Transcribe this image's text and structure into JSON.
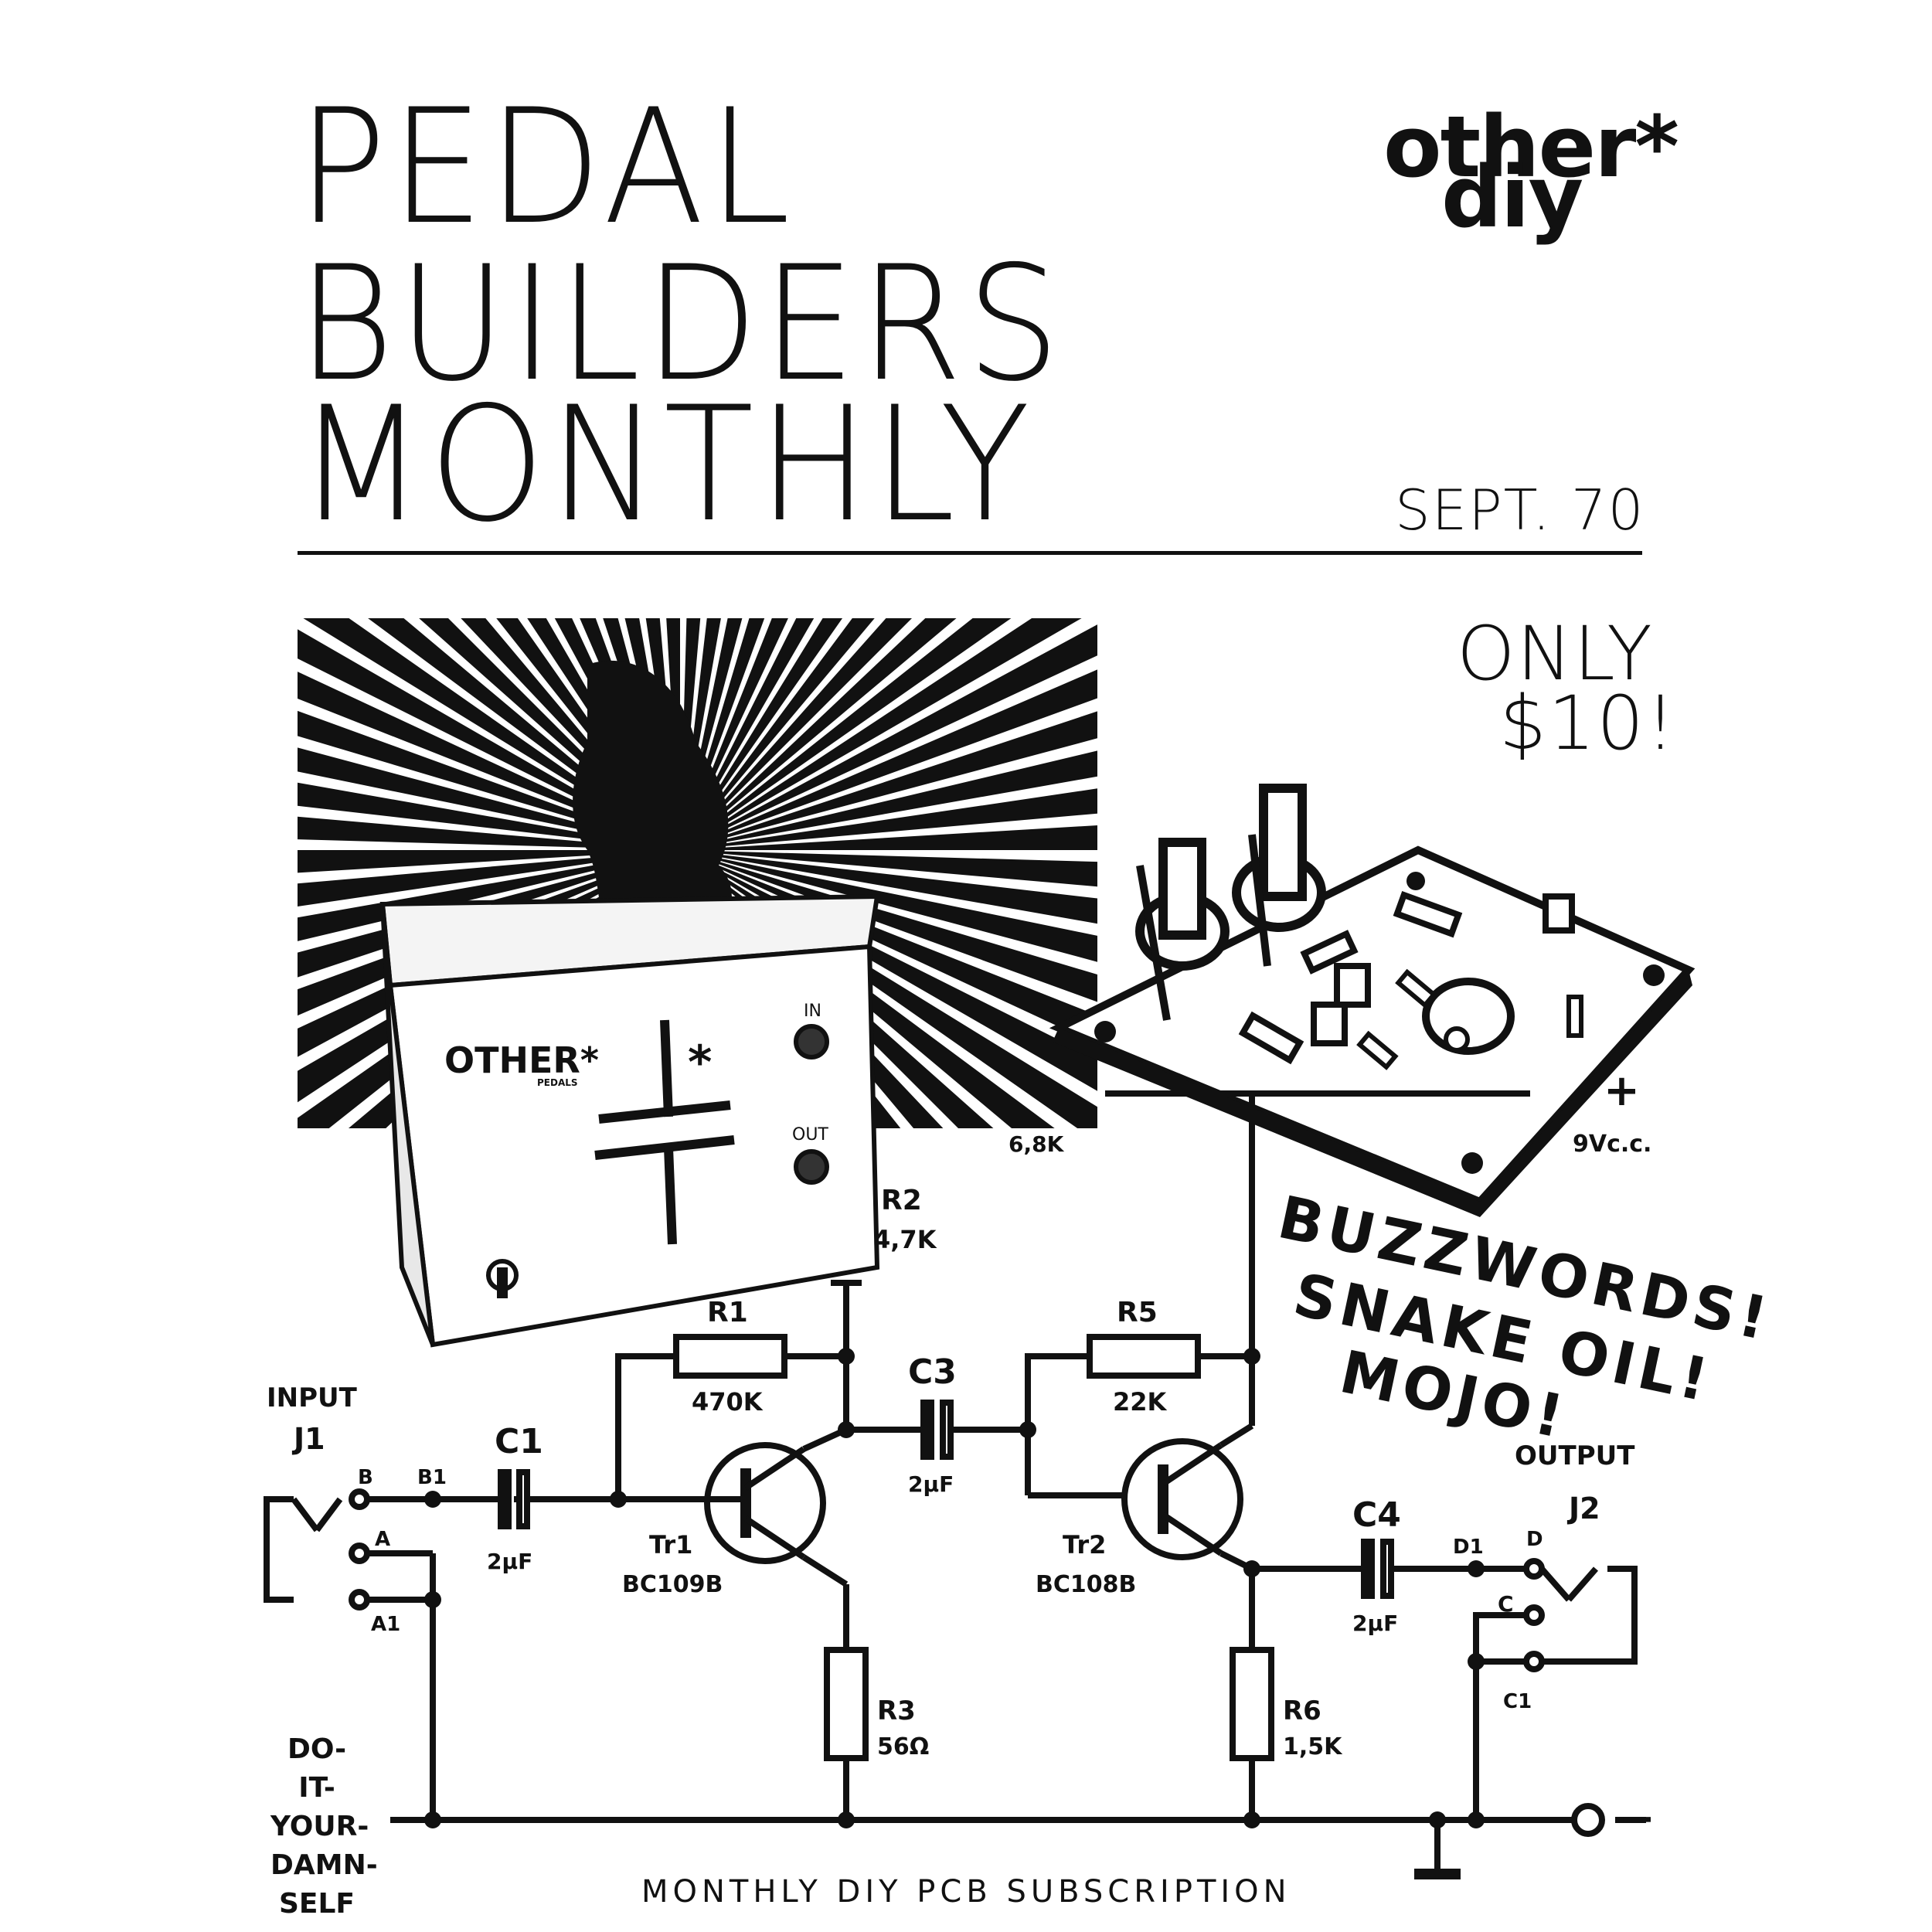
{
  "masthead": {
    "title_line1": "PEDAL",
    "title_line2": "BUILDERS",
    "title_line3": "MONTHLY",
    "brand_line1": "other*",
    "brand_line2": "diy",
    "issue_date": "SEPT. 70"
  },
  "promo": {
    "price_line1": "ONLY",
    "price_line2": "$10!",
    "slogan_line1": "BUZZWORDS!",
    "slogan_line2": "SNAKE OIL!",
    "slogan_line3": "MOJO!"
  },
  "pedal": {
    "brand": "OTHER*",
    "brand_sub": "PEDALS",
    "in_label": "IN",
    "out_label": "OUT"
  },
  "schematic": {
    "input_label": "INPUT",
    "output_label": "OUTPUT",
    "j1": "J1",
    "j2": "J2",
    "pin_b": "B",
    "pin_b1": "B1",
    "pin_a": "A",
    "pin_a1": "A1",
    "pin_d": "D",
    "pin_d1": "D1",
    "pin_c": "C",
    "pin_c1": "C1",
    "c1_name": "C1",
    "c1_value": "2µF",
    "c3_name": "C3",
    "c3_value": "2µF",
    "c4_name": "C4",
    "c4_value": "2µF",
    "r1_name": "R1",
    "r1_value": "470K",
    "r2_name": "R2",
    "r2_value": "4,7K",
    "r3_name": "R3",
    "r3_value": "56Ω",
    "r5_name": "R5",
    "r5_value": "22K",
    "r6_name": "R6",
    "r6_value": "1,5K",
    "r4_value": "6,8K",
    "tr1_name": "Tr1",
    "tr1_part": "BC109B",
    "tr2_name": "Tr2",
    "tr2_part": "BC108B",
    "supply": "9Vc.c.",
    "plus": "+",
    "minus": "−"
  },
  "sidebar": [
    "DO-",
    "IT-",
    "YOUR-",
    "DAMN-",
    "SELF"
  ],
  "footer": "MONTHLY DIY PCB SUBSCRIPTION"
}
